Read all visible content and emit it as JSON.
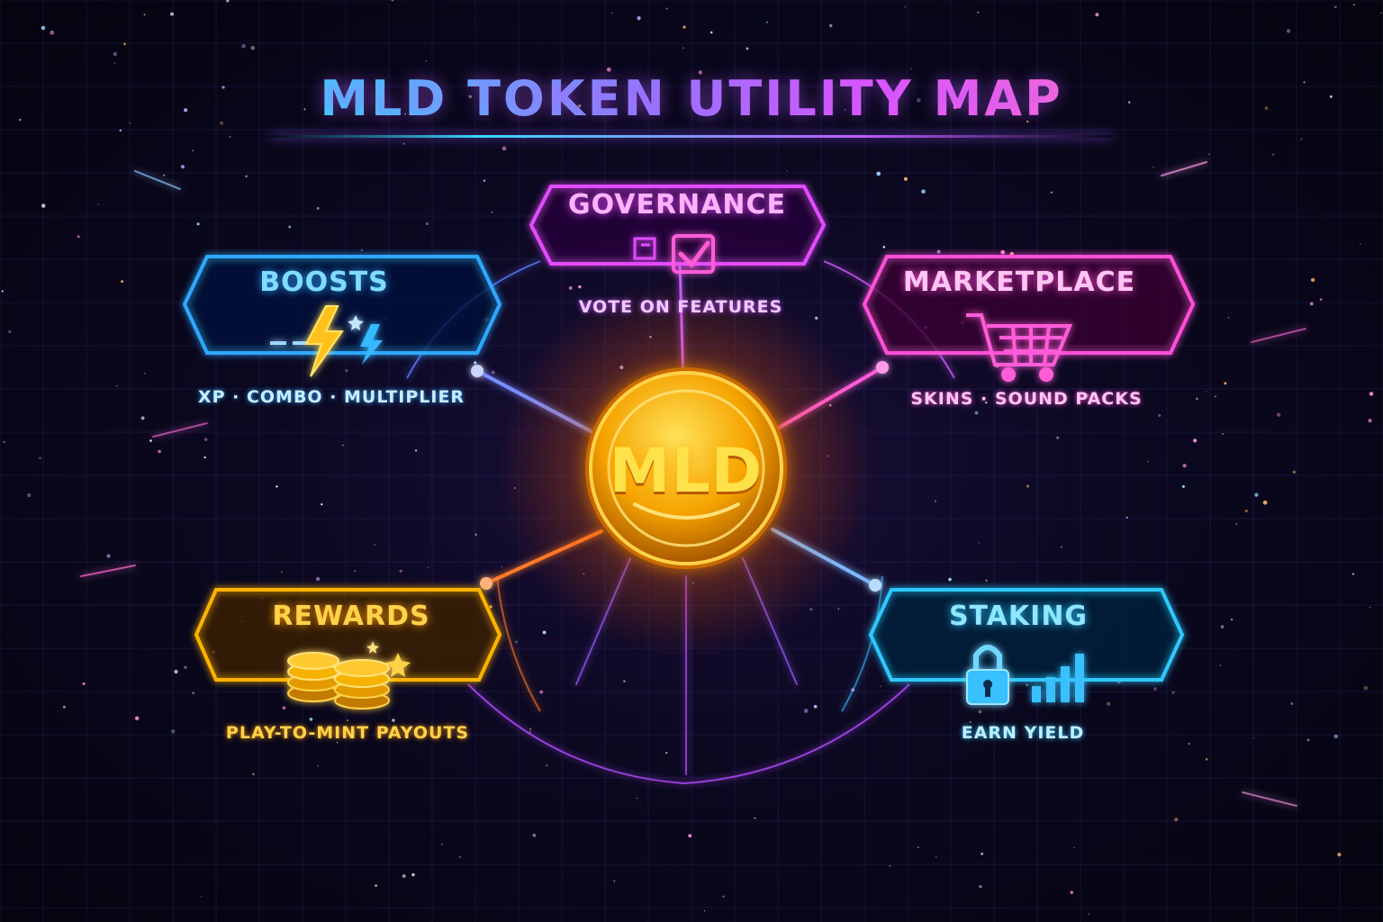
{
  "title": "MLD TOKEN UTILITY MAP",
  "center": {
    "label": "MLD",
    "color": "#ffb400"
  },
  "nodes": {
    "governance": {
      "title": "GOVERNANCE",
      "caption": "VOTE ON FEATURES",
      "color": "#e24bff",
      "icon": "ballot-check-icon"
    },
    "boosts": {
      "title": "BOOSTS",
      "caption": "XP · COMBO · MULTIPLIER",
      "color": "#2fa8ff",
      "icon": "lightning-bolt-icon"
    },
    "marketplace": {
      "title": "MARKETPLACE",
      "caption": "SKINS · SOUND PACKS",
      "color": "#ff4fd8",
      "icon": "shopping-cart-icon"
    },
    "rewards": {
      "title": "REWARDS",
      "caption": "PLAY-TO-MINT PAYOUTS",
      "color": "#ffb300",
      "icon": "coin-stack-icon"
    },
    "staking": {
      "title": "STAKING",
      "caption": "EARN YIELD",
      "color": "#2ec8ff",
      "icon": "padlock-chart-icon"
    }
  }
}
